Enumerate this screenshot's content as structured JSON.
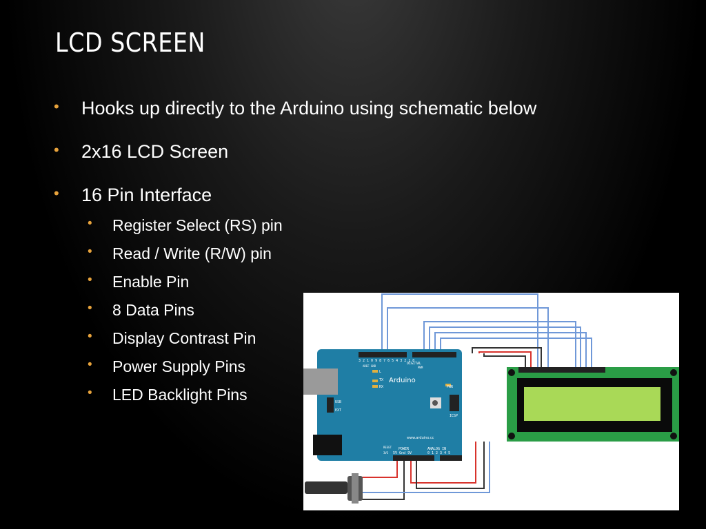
{
  "slide": {
    "title": "LCD SCREEN",
    "bullets": [
      "Hooks up directly to the Arduino using schematic below",
      "2x16 LCD Screen",
      "16 Pin Interface"
    ],
    "sub_bullets": [
      "Register Select (RS) pin",
      "Read / Write (R/W) pin",
      "Enable Pin",
      "8 Data Pins",
      "Display Contrast Pin",
      "Power Supply Pins",
      "LED Backlight Pins"
    ]
  },
  "schematic": {
    "board_name": "Arduino",
    "digital_label": "DIGITAL",
    "analog_label": "ANALOG IN",
    "power_label": "POWER",
    "icsp_label": "ICSP",
    "website": "www.arduino.cc",
    "pwm_label": "PWM",
    "usb_label": "USB",
    "ext_label": "EXT",
    "tx_label": "TX",
    "rx_label": "RX",
    "l_label": "L",
    "aref_label": "AREF",
    "gnd_label": "GND",
    "reset_label": "RESET",
    "v33_label": "3V3",
    "power_pins_label": "5V Gnd 9V",
    "analog_pins_label": "0 1 2 3 4 5",
    "digital_pins_label": "3 2 1 0 9 8   7 6 5 4 3 2 1 0",
    "pwr_label": "PWR",
    "colors": {
      "board": "#1f7ea5",
      "lcd_board": "#2a9d46",
      "lcd_screen": "#a9d957",
      "wire_blue": "#6f98d8",
      "wire_red": "#d8322c",
      "wire_black": "#333333",
      "bullet": "#e8a33c"
    }
  }
}
